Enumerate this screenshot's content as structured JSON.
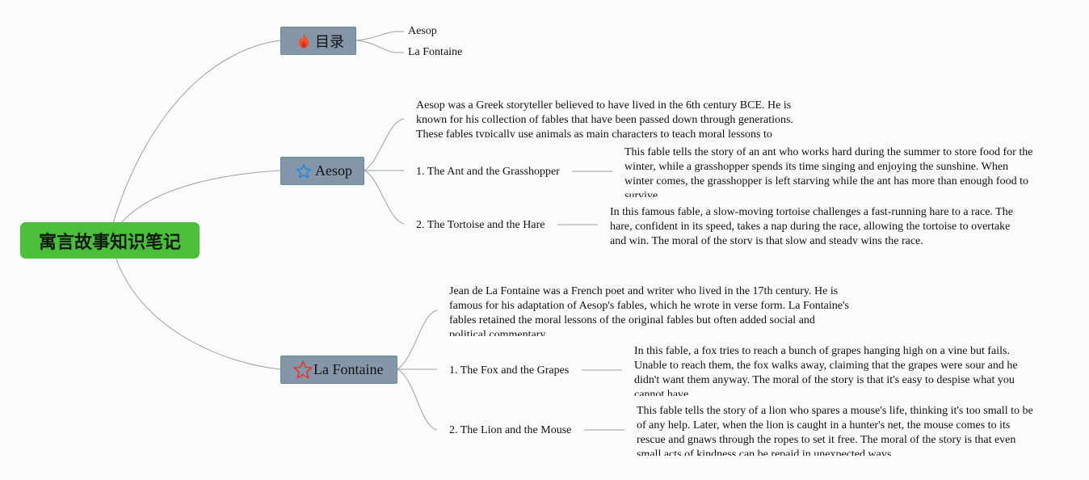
{
  "root": {
    "title": "寓言故事知识笔记"
  },
  "toc": {
    "label": "目录",
    "icon": "fire-icon",
    "items": [
      "Aesop",
      "La Fontaine"
    ]
  },
  "aesop": {
    "label": "Aesop",
    "icon": "star-outline-icon",
    "intro": "Aesop was a Greek storyteller believed to have lived in the 6th century BCE. He is known for his collection of fables that have been passed down through generations. These fables typically use animals as main characters to teach moral lessons to readers.",
    "fables": [
      {
        "title": "1. The Ant and the Grasshopper",
        "summary": "This fable tells the story of an ant who works hard during the summer to store food for the winter, while a grasshopper spends its time singing and enjoying the sunshine. When winter comes, the grasshopper is left starving while the ant has more than enough food to survive."
      },
      {
        "title": "2. The Tortoise and the Hare",
        "summary": "In this famous fable, a slow-moving tortoise challenges a fast-running hare to a race. The hare, confident in its speed, takes a nap during the race, allowing the tortoise to overtake and win. The moral of the story is that slow and steady wins the race."
      }
    ]
  },
  "lafontaine": {
    "label": "La Fontaine",
    "icon": "star-outline-icon",
    "intro": "Jean de La Fontaine was a French poet and writer who lived in the 17th century. He is famous for his adaptation of Aesop's fables, which he wrote in verse form. La Fontaine's fables retained the moral lessons of the original fables but often added social and political commentary.",
    "fables": [
      {
        "title": "1. The Fox and the Grapes",
        "summary": "In this fable, a fox tries to reach a bunch of grapes hanging high on a vine but fails. Unable to reach them, the fox walks away, claiming that the grapes were sour and he didn't want them anyway. The moral of the story is that it's easy to despise what you cannot have."
      },
      {
        "title": "2. The Lion and the Mouse",
        "summary": "This fable tells the story of a lion who spares a mouse's life, thinking it's too small to be of any help. Later, when the lion is caught in a hunter's net, the mouse comes to its rescue and gnaws through the ropes to set it free. The moral of the story is that even small acts of kindness can be repaid in unexpected ways."
      }
    ]
  },
  "colors": {
    "root": "#4cbf3a",
    "topic": "#8496a8",
    "link": "#9aa0a6",
    "accent_blue": "#1e88e5",
    "accent_red": "#e53935",
    "fire": "#f4511e"
  }
}
